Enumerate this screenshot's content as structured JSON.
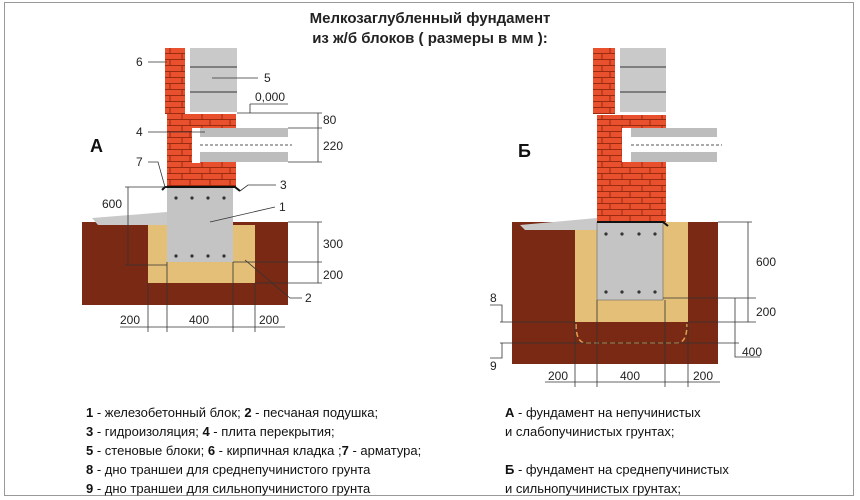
{
  "title": {
    "line1": "Мелкозаглубленный фундамент",
    "line2": "из ж/б блоков ( размеры в мм ):"
  },
  "diagram_a": {
    "label": "А",
    "callouts": {
      "c1": "1",
      "c2": "2",
      "c3": "3",
      "c4": "4",
      "c5": "5",
      "c6": "6",
      "c7": "7"
    },
    "level": "0,000",
    "dims": {
      "d80": "80",
      "d220": "220",
      "d300": "300",
      "d200v": "200",
      "d600": "600",
      "b1": "200",
      "b2": "400",
      "b3": "200"
    }
  },
  "diagram_b": {
    "label": "Б",
    "callouts": {
      "c8": "8",
      "c9": "9"
    },
    "dims": {
      "d600": "600",
      "d200": "200",
      "d400": "400",
      "b1": "200",
      "b2": "400",
      "b3": "200"
    }
  },
  "legend_left": [
    {
      "n1": "1",
      "t1": " - железобетонный блок; ",
      "n2": "2",
      "t2": " - песчаная подушка;"
    },
    {
      "n1": "3",
      "t1": " - гидроизоляция; ",
      "n2": "4",
      "t2": "  - плита перекрытия;"
    },
    {
      "n1": "5",
      "t1": " - стеновые блоки; ",
      "n2": "6",
      "t2": " - кирпичная кладка ;",
      "n3": "7",
      "t3": " - арматура;"
    },
    {
      "n1": "8",
      "t1": " - дно траншеи для среднепучинистого грунта"
    },
    {
      "n1": "9",
      "t1": " - дно траншеи для сильнопучинистого грунта"
    }
  ],
  "legend_right": [
    {
      "n": "А",
      "l1": " - фундамент на непучинистых",
      "l2": "и слабопучинистых грунтах;"
    },
    {
      "n": "Б",
      "l1": " - фундамент на среднепучинистых",
      "l2": "и сильнопучинистых грунтах;"
    }
  ],
  "colors": {
    "brick": "#e8502e",
    "block": "#c9c9c9",
    "soil": "#7a2a14",
    "sand": "#e3bf78"
  }
}
